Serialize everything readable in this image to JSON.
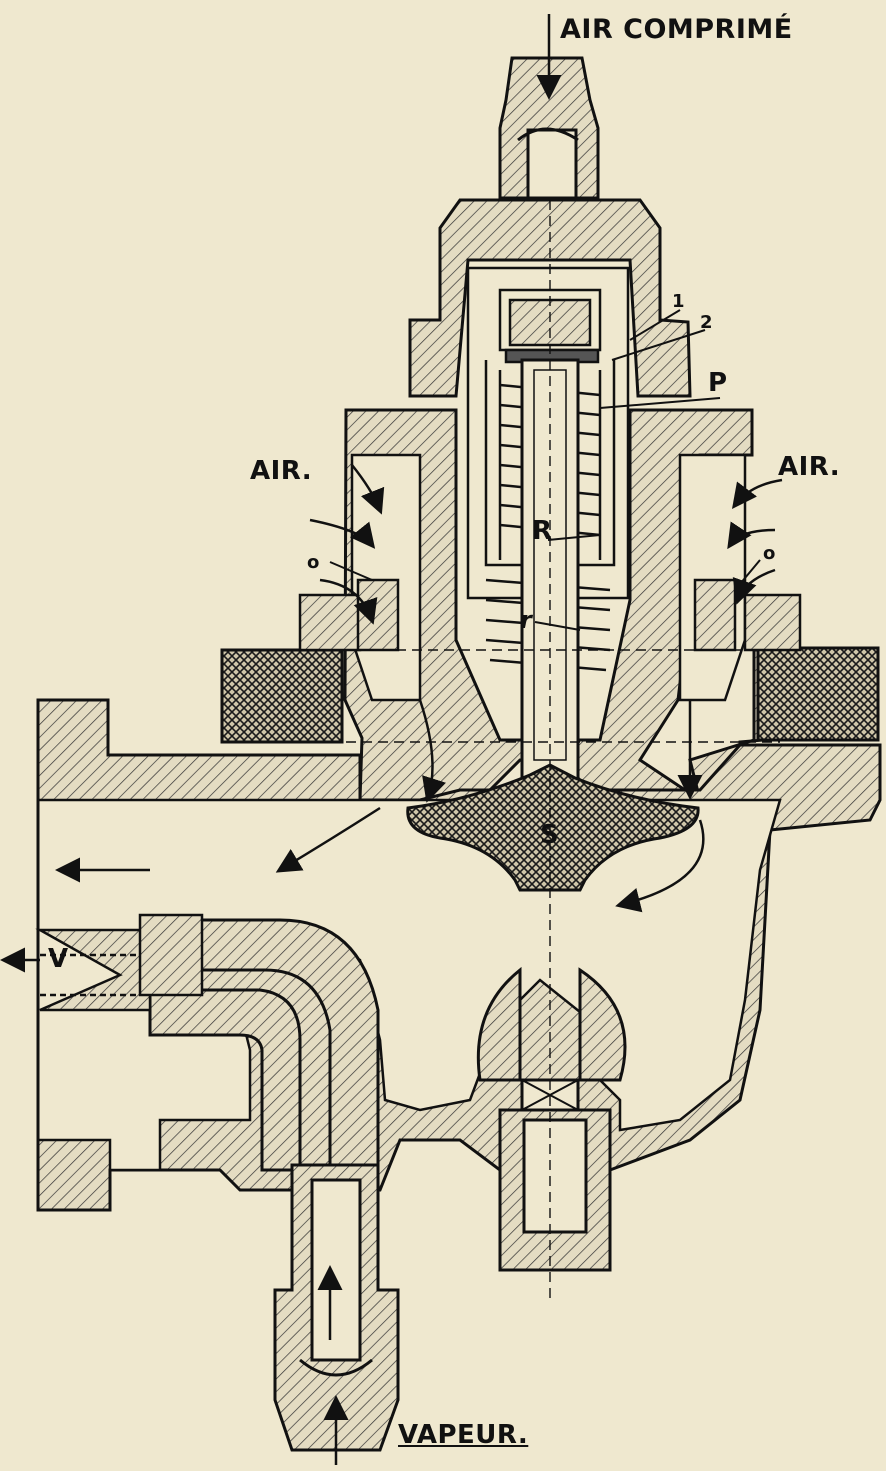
{
  "labels": {
    "air_comprime": "AIR COMPRIMÉ",
    "air_left": "AIR.",
    "air_right": "AIR.",
    "vapeur": "VAPEUR.",
    "v": "V",
    "p": "P",
    "r_upper": "R",
    "r_lower": "r",
    "s": "S",
    "o_left": "o",
    "o_right": "o",
    "n1": "1",
    "n2": "2"
  },
  "colors": {
    "paper": "#efe8cf",
    "ink": "#111111",
    "section_fill": "#e2dac0",
    "cross_hatch": "#222222"
  }
}
